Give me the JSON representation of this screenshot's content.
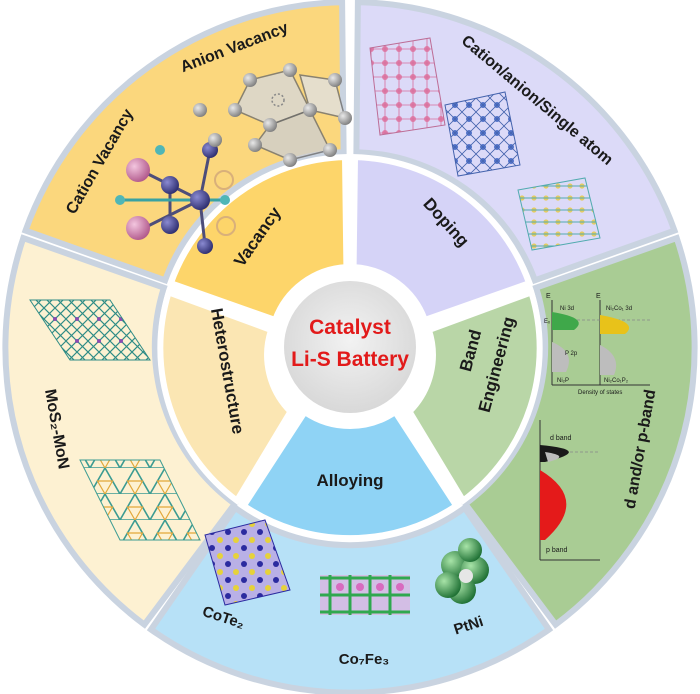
{
  "center": {
    "line1": "Catalyst",
    "line2": "Li-S Battery"
  },
  "sectors": {
    "vacancy": {
      "label": "Vacancy",
      "color": "#fdd56a",
      "outer_color": "#fbd77d"
    },
    "doping": {
      "label": "Doping",
      "color": "#d5d3f7",
      "outer_color": "#dcdaf8"
    },
    "band": {
      "label_line1": "Band",
      "label_line2": "Engineering",
      "color": "#b9d6a7",
      "outer_color": "#a9cc94"
    },
    "alloying": {
      "label": "Alloying",
      "color": "#8fd3f5",
      "outer_color": "#b7e1f7"
    },
    "hetero": {
      "label": "Heterostructure",
      "color": "#fbe6b3",
      "outer_color": "#fdf1d2"
    }
  },
  "outer_labels": {
    "cation_vacancy": "Cation Vacancy",
    "anion_vacancy": "Anion Vacancy",
    "doping_outer": "Cation/anion/Single atom",
    "band_outer": "d and/or p-band",
    "mos2": "MoS₂-MoN",
    "cote2": "CoTe₂",
    "co7fe3": "Co₇Fe₃",
    "ptni": "PtNi"
  },
  "band_plot": {
    "left_axis_label": "E",
    "left_top": "Ni 3d",
    "left_fermi": "Eₓ",
    "left_mid": "P 2p",
    "left_bottom": "Ni₂P",
    "right_axis_label": "E",
    "right_top": "Ni₂Co₁ 3d",
    "right_bottom": "Ni₂Co₁P₂",
    "xlabel": "Density of states",
    "d_band": "d band",
    "p_band": "p band"
  },
  "colors": {
    "ring_border": "#c9d3e0",
    "center_fill": "#e3e3e3",
    "center_text": "#e21a1a",
    "atom_teal": "#2a8b8b",
    "atom_grey": "#9a9a9a",
    "atom_pink": "#d993c9",
    "atom_green": "#2fa84f",
    "atom_navy": "#3f3f8f"
  }
}
